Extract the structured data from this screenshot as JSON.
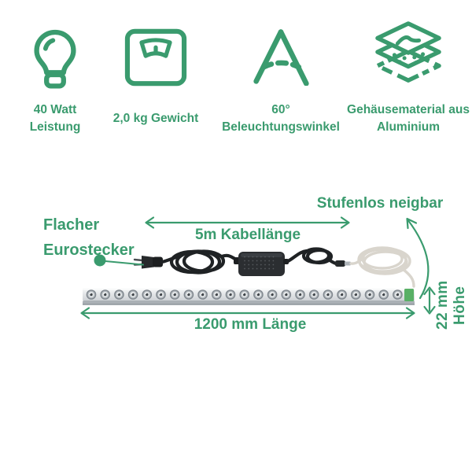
{
  "theme": {
    "accent_green": "#3A9B6E",
    "background": "#FFFFFF"
  },
  "features": [
    {
      "icon": "lightbulb-icon",
      "line1": "40 Watt",
      "line2": "Leistung"
    },
    {
      "icon": "scale-icon",
      "line1": "2,0 kg Gewicht",
      "line2": ""
    },
    {
      "icon": "beam-angle-icon",
      "line1": "60°",
      "line2": "Beleuchtungswinkel"
    },
    {
      "icon": "layers-icon",
      "line1": "Gehäusematerial aus",
      "line2": "Aluminium"
    }
  ],
  "diagram": {
    "plug_callout_line1": "Flacher",
    "plug_callout_line2": "Eurostecker",
    "cable_length_label": "5m Kabellänge",
    "tilt_label": "Stufenlos neigbar",
    "length_label": "1200 mm Länge",
    "height_label": "22 mm Höhe",
    "led_count": 23
  }
}
